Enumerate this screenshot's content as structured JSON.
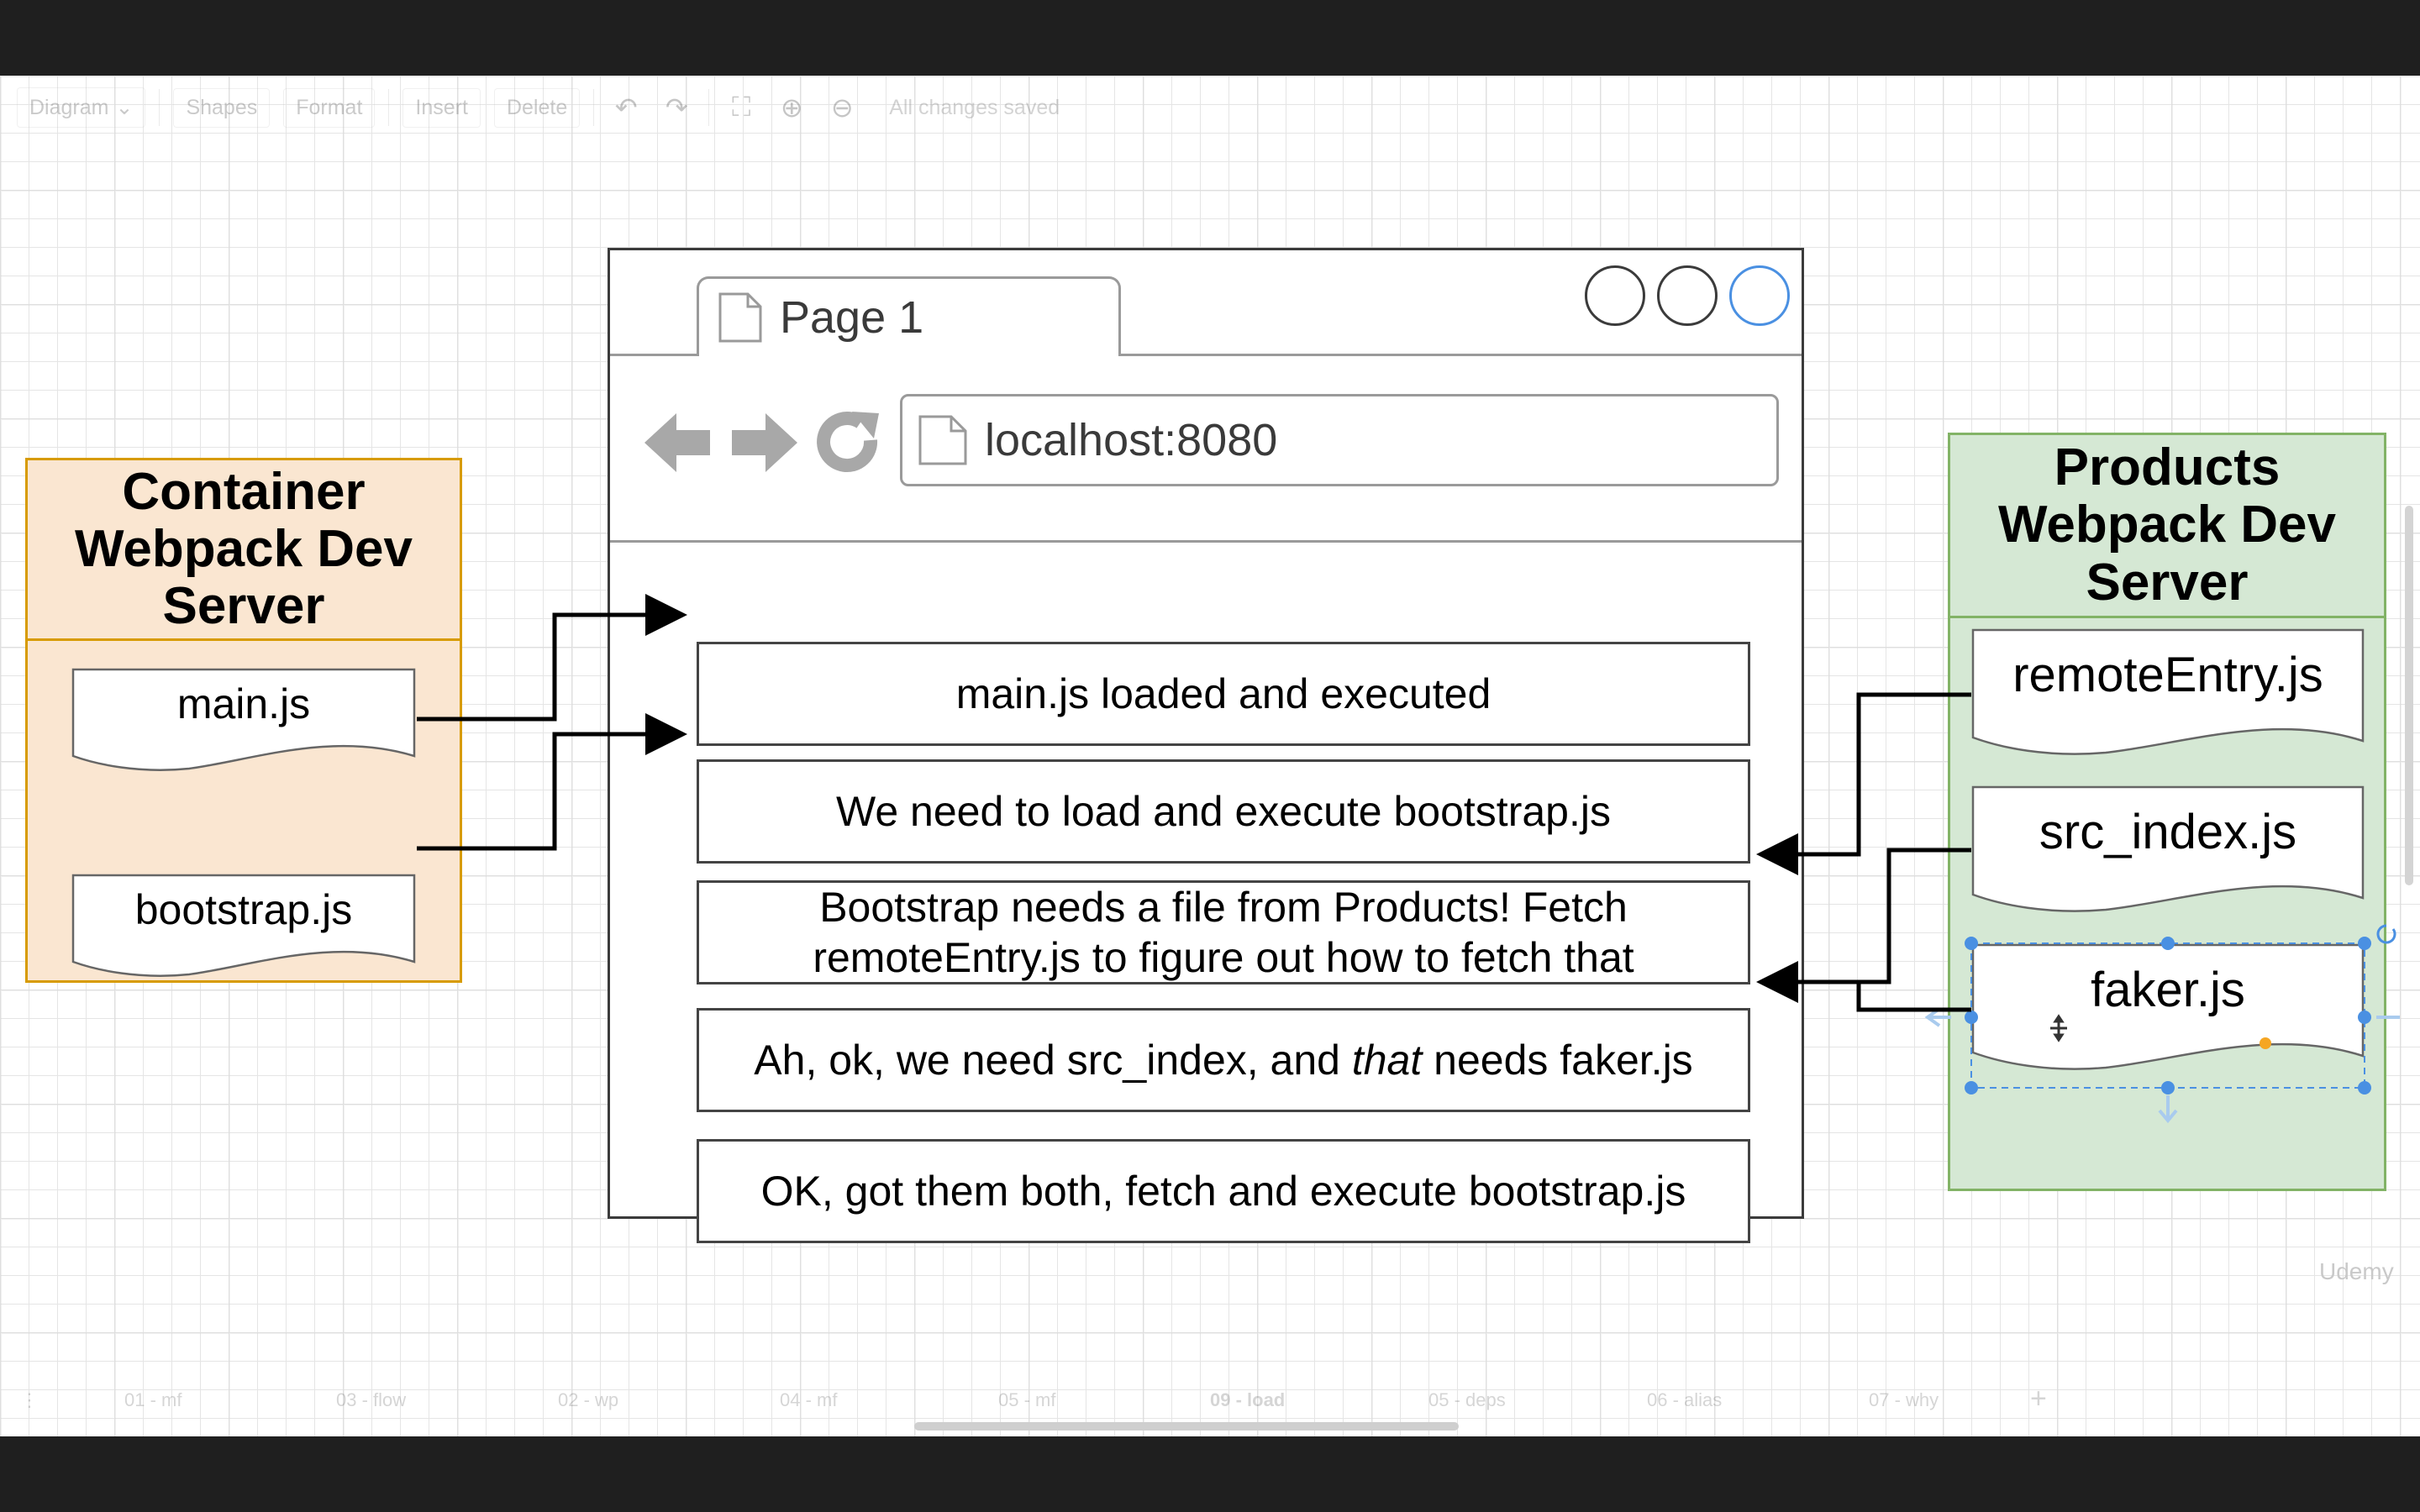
{
  "toolbar": {
    "diagram_label": "Diagram",
    "shapes_label": "Shapes",
    "format_label": "Format",
    "insert_label": "Insert",
    "delete_label": "Delete",
    "status": "All changes saved"
  },
  "browser": {
    "tab_label": "Page 1",
    "url": "localhost:8080",
    "steps": [
      "main.js loaded and executed",
      "We need to load and execute bootstrap.js",
      "Bootstrap needs a file from Products! Fetch remoteEntry.js to figure out how to fetch that",
      {
        "pre": "Ah, ok, we need src_index, and ",
        "em": "that",
        "post": " needs faker.js"
      },
      "OK, got them both, fetch and execute bootstrap.js"
    ]
  },
  "container": {
    "title": "Container Webpack Dev Server",
    "files": [
      "main.js",
      "bootstrap.js"
    ],
    "colors": {
      "fill": "#fae6d1",
      "stroke": "#d79b00"
    }
  },
  "products": {
    "title": "Products Webpack Dev Server",
    "files": [
      "remoteEntry.js",
      "src_index.js",
      "faker.js"
    ],
    "colors": {
      "fill": "#d5e8d4",
      "stroke": "#82b366"
    }
  },
  "page_tabs": [
    "01 - mf",
    "03 - flow",
    "02 - wp",
    "04 - mf",
    "05 - mf",
    "09 - load",
    "05 - deps",
    "06 - alias",
    "07 - why"
  ],
  "watermark": "Udemy",
  "selection_color": "#4a90e2"
}
